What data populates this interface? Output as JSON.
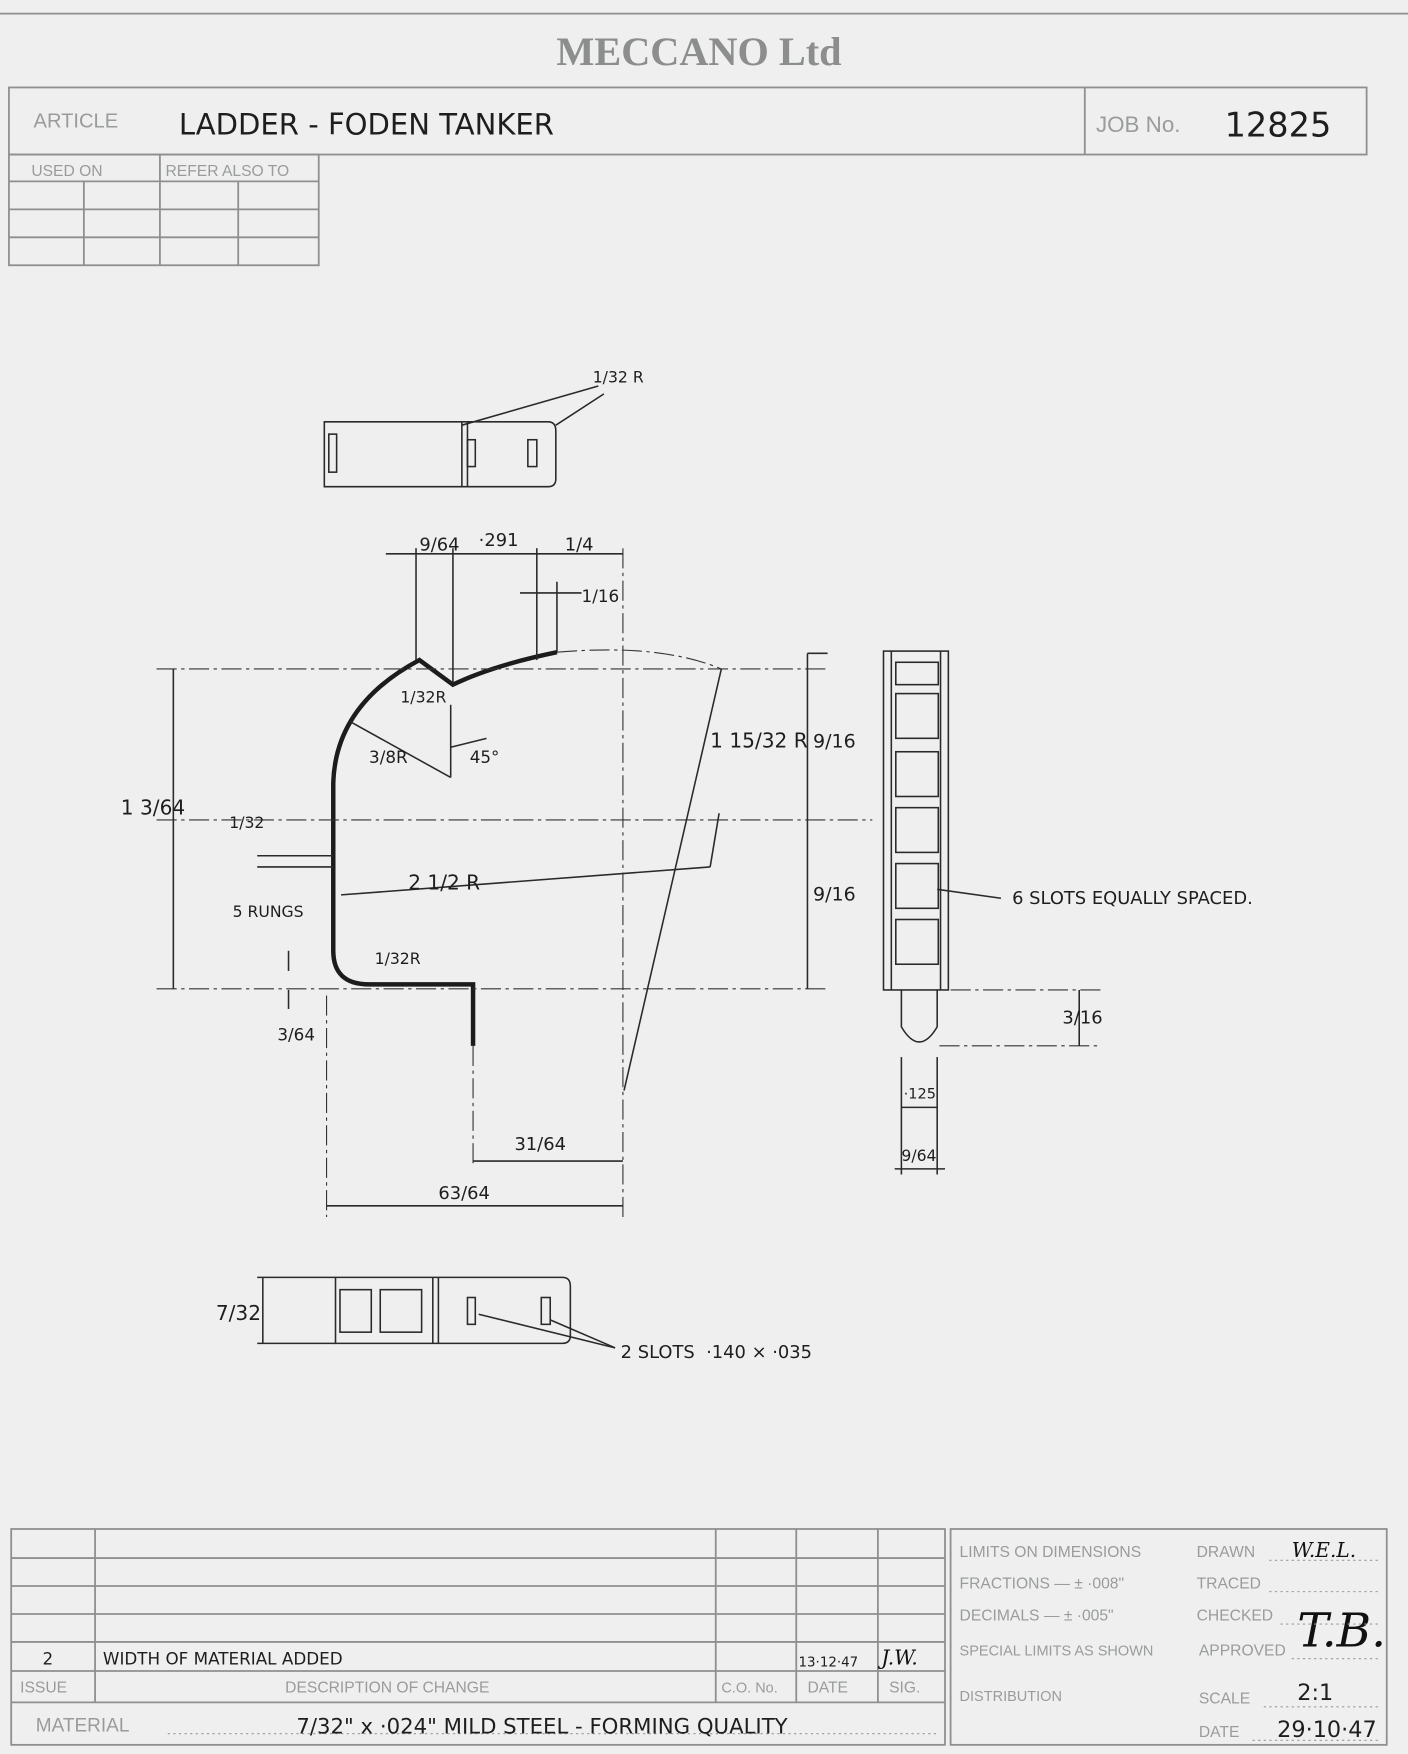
{
  "header": {
    "company": "MECCANO Ltd",
    "article_label": "ARTICLE",
    "article": "LADDER - FODEN TANKER",
    "job_label": "JOB No.",
    "job_number": "12825",
    "used_on_label": "USED ON",
    "refer_label": "REFER ALSO TO"
  },
  "dims": [
    "1/32 R",
    "9/64",
    "·291",
    "1/4",
    "1/16",
    "1/32R",
    "3/8R",
    "45°",
    "1 15/32 R",
    "9/16",
    "9/16",
    "1 3/64",
    "1/32",
    "2 1/2 R",
    "5 RUNGS",
    "1/32R",
    "3/64",
    "31/64",
    "63/64",
    "6 SLOTS EQUALLY SPACED.",
    "3/16",
    "·125",
    "9/64",
    "7/32",
    "2 SLOTS  ·140 × ·035"
  ],
  "changes": {
    "issue": "2",
    "description": "WIDTH OF MATERIAL ADDED",
    "date": "13·12·47",
    "sig": "J.W.",
    "headers": {
      "issue": "ISSUE",
      "description": "DESCRIPTION OF CHANGE",
      "co_no": "C.O. No.",
      "date": "DATE",
      "sig": "SIG."
    }
  },
  "material_label": "MATERIAL",
  "material": "7/32\" x ·024\" MILD STEEL - FORMING QUALITY",
  "limits": {
    "title": "LIMITS ON DIMENSIONS",
    "fractions": "FRACTIONS — ± ·008\"",
    "decimals": "DECIMALS — ± ·005\"",
    "special": "SPECIAL LIMITS AS SHOWN",
    "distribution": "DISTRIBUTION"
  },
  "signoff": {
    "drawn_label": "DRAWN",
    "drawn": "W.E.L.",
    "traced_label": "TRACED",
    "checked_label": "CHECKED",
    "approved_label": "APPROVED",
    "approved": "T.B.",
    "scale_label": "SCALE",
    "scale": "2:1",
    "date_label": "DATE",
    "date": "29·10·47"
  }
}
